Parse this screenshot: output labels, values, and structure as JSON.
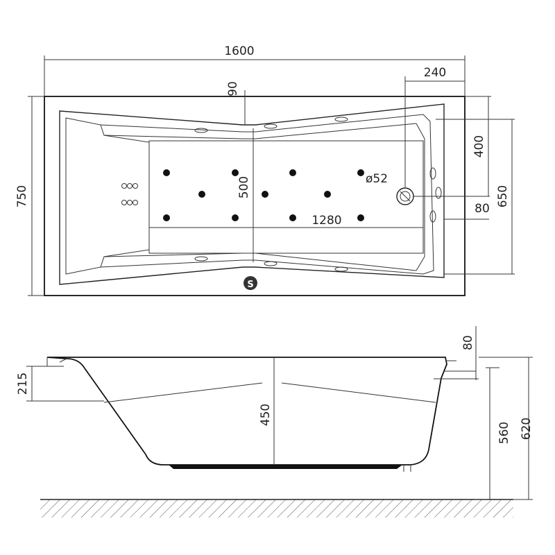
{
  "top_view": {
    "dimensions": {
      "length": "1600",
      "width": "750",
      "offset_right": "240",
      "center_gap": "90",
      "inner_length": "1280",
      "inner_width": "500",
      "drain_diameter": "ø52",
      "edge_400": "400",
      "edge_650": "650",
      "edge_80": "80"
    },
    "badge_label": "S"
  },
  "side_view": {
    "dimensions": {
      "rim_depth": "215",
      "depth": "450",
      "rim_80": "80",
      "support_560": "560",
      "total_620": "620"
    }
  }
}
